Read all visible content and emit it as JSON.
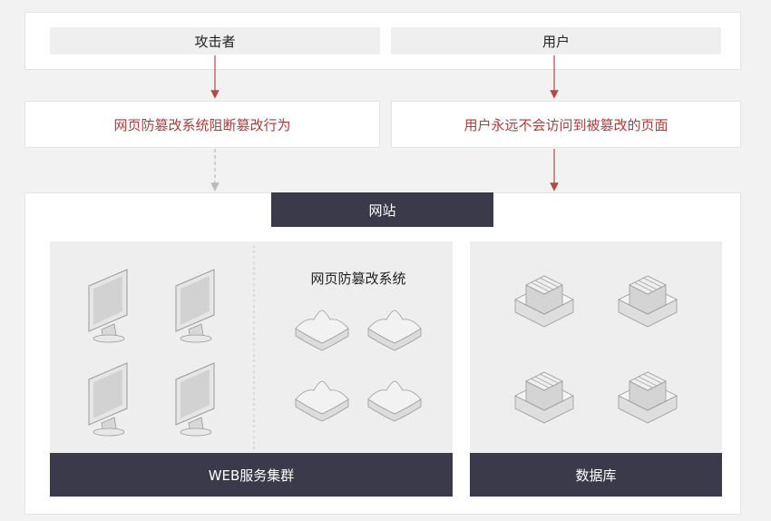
{
  "attacker": {
    "label": "攻击者"
  },
  "user": {
    "label": "用户"
  },
  "left_msg": "网页防篡改系统阻断篡改行为",
  "right_msg": "用户永远不会访问到被篡改的页面",
  "website": {
    "label": "网站"
  },
  "anti_tamper": {
    "title": "网页防篡改系统"
  },
  "web_cluster": {
    "label": "WEB服务集群"
  },
  "database": {
    "label": "数据库"
  },
  "colors": {
    "arrow": "#b34a4a",
    "dark": "#3b3a4a",
    "msg_text": "#b33a3a"
  }
}
